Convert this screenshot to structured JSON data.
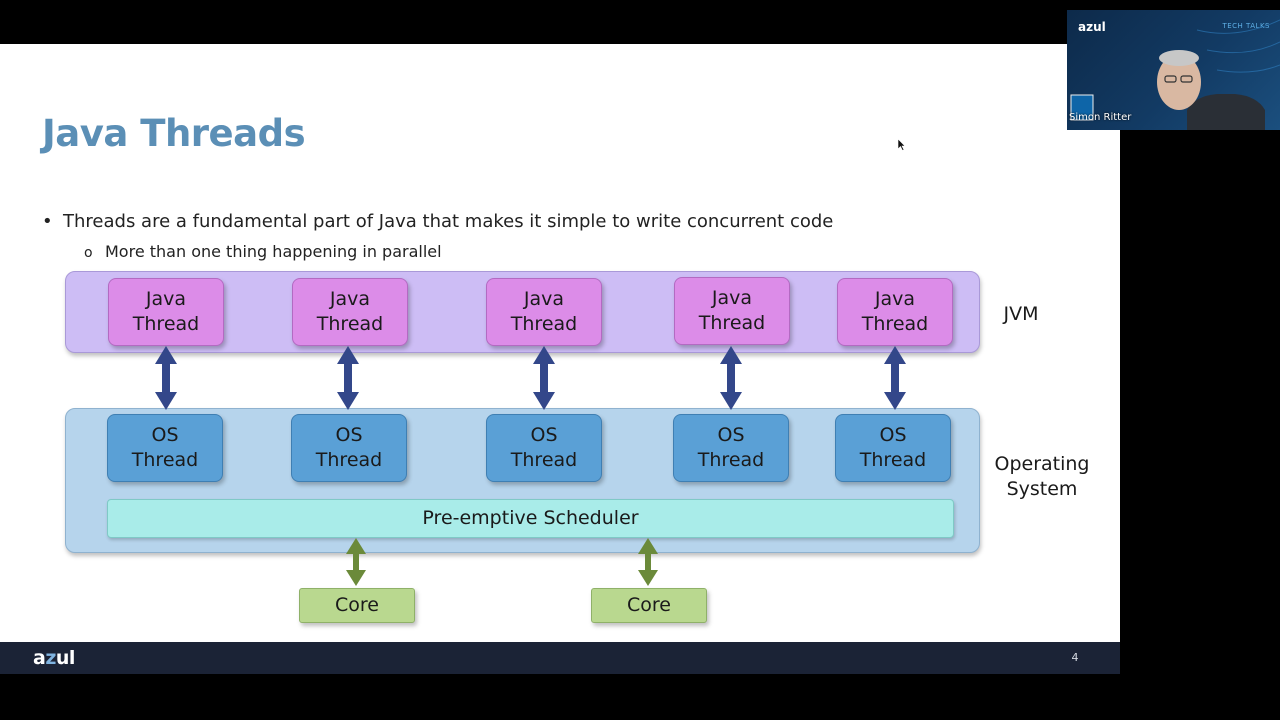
{
  "slide": {
    "title": "Java Threads",
    "bullets": [
      "Threads are a fundamental part of Java that makes it simple to write concurrent code",
      "More than one thing happening in parallel"
    ],
    "bullet_marker": "•",
    "sub_bullet_marker": "o"
  },
  "diagram": {
    "jvm_label": "JVM",
    "os_label": [
      "Operating",
      "System"
    ],
    "java_thread_lines": [
      "Java",
      "Thread"
    ],
    "os_thread_lines": [
      "OS",
      "Thread"
    ],
    "scheduler_label": "Pre-emptive Scheduler",
    "core_label": "Core",
    "colors": {
      "jvm_band": "#cdbdf5",
      "java_thread": "#dc8ce8",
      "os_band": "#b6d4ec",
      "os_thread": "#5aa0d6",
      "scheduler": "#a9ece9",
      "core": "#b9d88f",
      "thread_arrow": "#33478a",
      "core_arrow": "#6b8a3a"
    }
  },
  "footer": {
    "logo": [
      "a",
      "z",
      "ul"
    ],
    "page_number": "4"
  },
  "video": {
    "brand": "azul",
    "tag": "TECH TALKS",
    "speaker": "Simon Ritter"
  },
  "icons": {
    "cursor": "arrow-cursor-icon"
  }
}
